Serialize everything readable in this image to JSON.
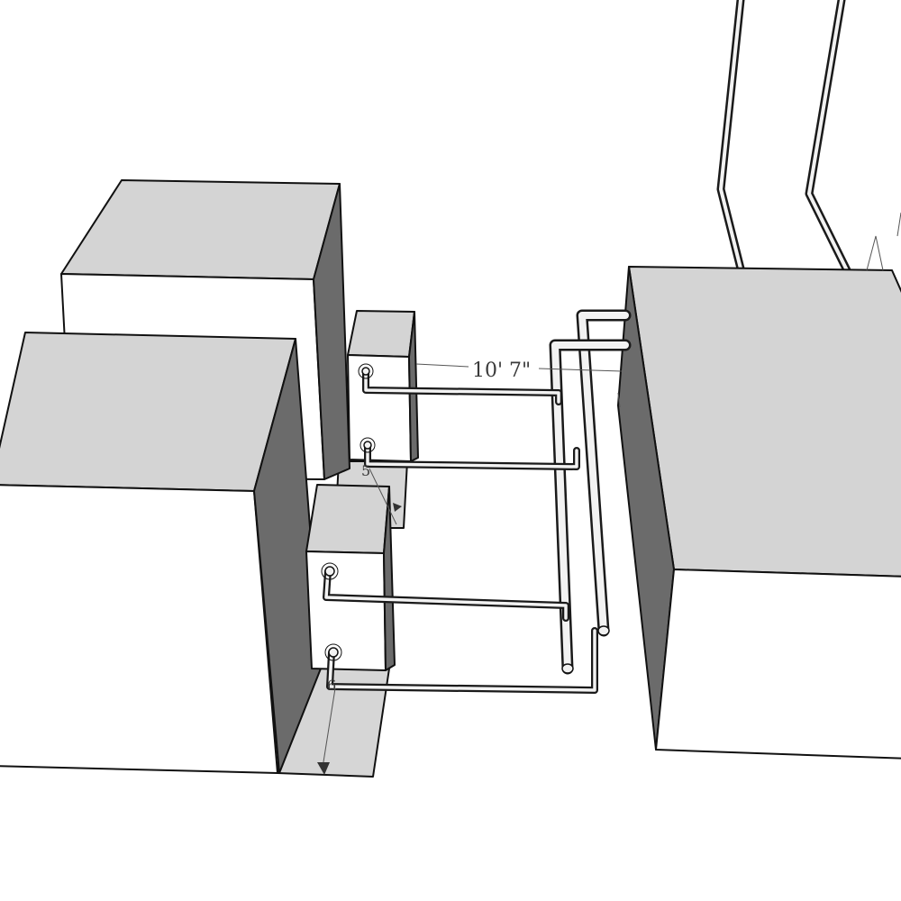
{
  "dimensions": {
    "span_label": "10' 7\"",
    "upper_label": "5",
    "lower_label": "6"
  },
  "colors": {
    "top_face": "#d4d4d4",
    "side_shadow": "#6b6b6b",
    "front_face": "#ffffff",
    "floor_strip": "#d6d6d6",
    "outline": "#111111"
  }
}
